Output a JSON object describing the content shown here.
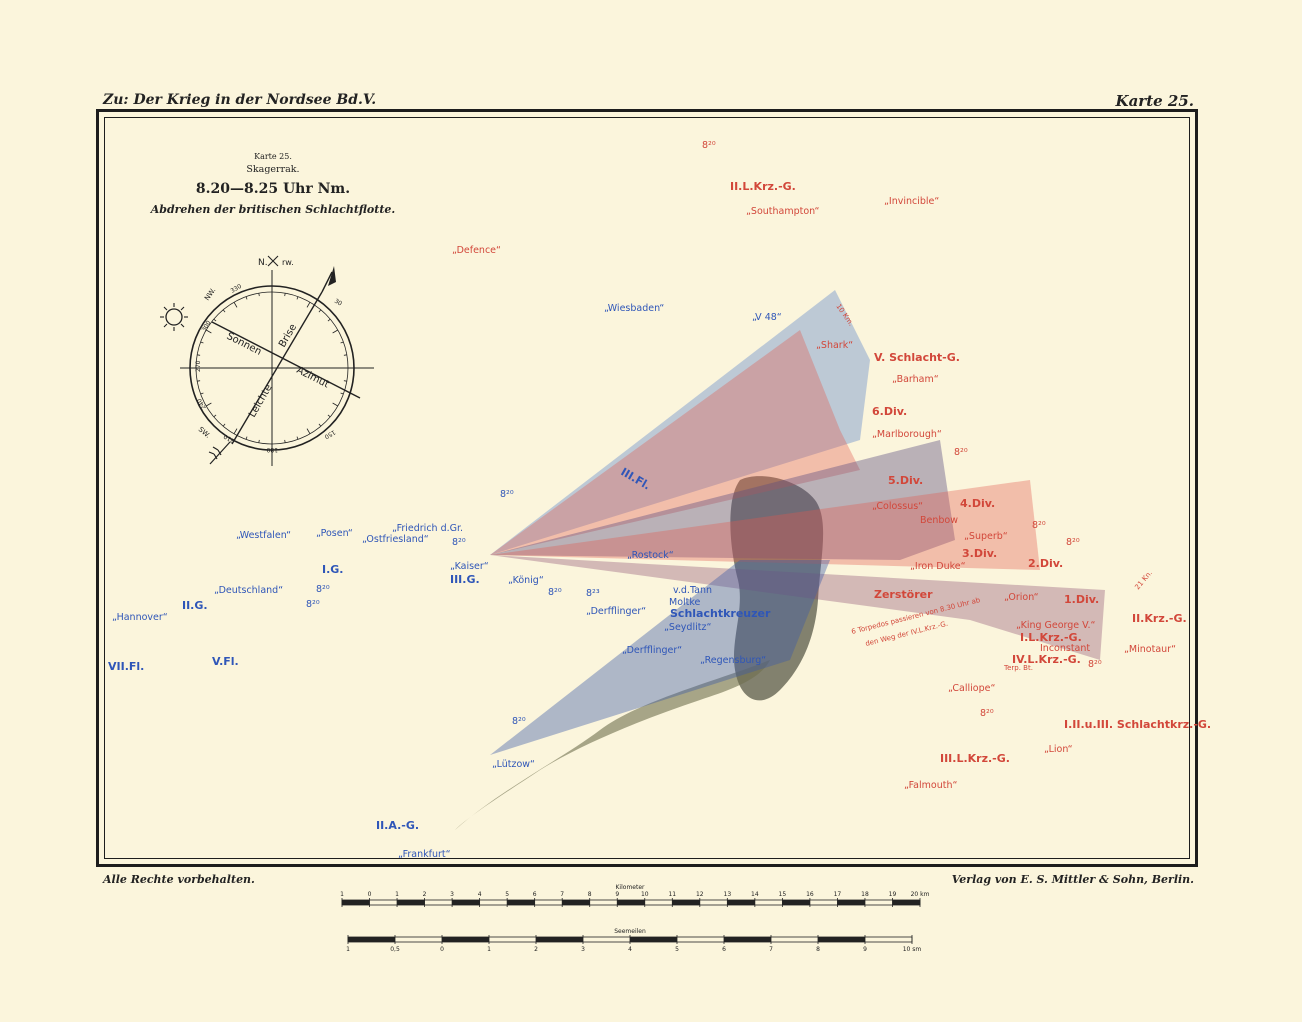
{
  "header": {
    "series_title": "Zu: Der Krieg in der Nordsee Bd.V.",
    "map_number": "Karte 25."
  },
  "footer": {
    "rights": "Alle Rechte vorbehalten.",
    "publisher": "Verlag von E. S. Mittler & Sohn, Berlin."
  },
  "title_block": {
    "line1": "Karte 25.",
    "line2": "Skagerrak.",
    "line3": "8.20—8.25 Uhr Nm.",
    "line4": "Abdrehen der britischen Schlachtflotte."
  },
  "compass": {
    "north_label": "N.",
    "rw_label": "rw.",
    "nw": "NW.",
    "sw": "SW.",
    "word_sonnen": "Sonnen",
    "word_azimut": "Azimut",
    "word_leichte": "Leichte",
    "word_brise": "Brise",
    "deg_330": "330",
    "deg_300": "300",
    "deg_270": "270",
    "deg_240": "240",
    "deg_210": "210",
    "deg_180": "180",
    "deg_30": "30",
    "deg_150": "150"
  },
  "colors": {
    "german": "#3a63c4",
    "british": "#e25a4c",
    "smoke": "#5a5a4a",
    "paper": "#fbf5dc"
  },
  "german_labels": {
    "wiesbaden": "„Wiesbaden“",
    "v48": "„V 48“",
    "westfalen": "„Westfalen“",
    "posen": "„Posen“",
    "ostfriesland": "„Ostfriesland“",
    "friedrich": "„Friedrich d.Gr.",
    "kaiser": "„Kaiser“",
    "koenig": "„König“",
    "rostock": "„Rostock“",
    "deutschland": "„Deutschland“",
    "hannover": "„Hannover“",
    "vdtann": "v.d.Tann",
    "moltke": "Moltke",
    "derfflinger1": "„Derfflinger“",
    "seydlitz": "„Seydlitz“",
    "derfflinger2": "„Derfflinger“",
    "regensburg": "„Regensburg“",
    "luetzow": "„Lützow“",
    "frankfurt": "„Frankfurt“"
  },
  "german_groups": {
    "ig": "I.G.",
    "iiig": "III.G.",
    "iig": "II.G.",
    "schlachtkreuzer": "Schlachtkreuzer",
    "iiiFl": "III.Fl.",
    "viiFl": "VII.Fl.",
    "vFl": "V.Fl.",
    "iiag": "II.A.-G."
  },
  "british_labels": {
    "defence": "„Defence“",
    "southampton": "„Southampton“",
    "invincible": "„Invincible“",
    "shark": "„Shark“",
    "barham": "„Barham“",
    "marlborough": "„Marlborough“",
    "colossus": "„Colossus“",
    "benbow": "Benbow",
    "superb": "„Superb“",
    "ironduke": "„Iron Duke“",
    "orion": "„Orion“",
    "kinggeorge": "„King George V.“",
    "inconstant": "Inconstant",
    "minotaur": "„Minotaur“",
    "calliope": "„Calliope“",
    "lion": "„Lion“",
    "falmouth": "„Falmouth“"
  },
  "british_groups": {
    "iilkrzg": "II.L.Krz.-G.",
    "vschlachtg": "V. Schlacht-G.",
    "sixdiv": "6.Div.",
    "fivediv": "5.Div.",
    "fourdiv": "4.Div.",
    "threediv": "3.Div.",
    "twodiv": "2.Div.",
    "onediv": "1.Div.",
    "ilkrzg": "I.L.Krz.-G.",
    "ivlkrzg": "IV.L.Krz.-G.",
    "iikrzg": "II.Krz.-G.",
    "schlachtkrzg": "I.II.u.III. Schlachtkrz.-G.",
    "iiilkrzg": "III.L.Krz.-G.",
    "zerstoerer": "Zerstörer"
  },
  "annotations": {
    "torpedo_line1": "6 Torpedos passieren von 8.30 Uhr ab",
    "torpedo_line2": "den Weg der IV.L.Krz.-G.",
    "terp": "Terp. Bt.",
    "sherb": "10 Km.",
    "speed": "21 Kn."
  },
  "times": {
    "t820": "8²⁰",
    "t823": "8²³"
  },
  "scales": {
    "km_title": "Kilometer",
    "km_ticks": [
      "1",
      "0",
      "1",
      "2",
      "3",
      "4",
      "5",
      "6",
      "7",
      "8",
      "9",
      "10",
      "11",
      "12",
      "13",
      "14",
      "15",
      "16",
      "17",
      "18",
      "19",
      "20 km"
    ],
    "sm_title": "Seemeilen",
    "sm_ticks": [
      "1",
      "0,5",
      "0",
      "1",
      "2",
      "3",
      "4",
      "5",
      "6",
      "7",
      "8",
      "9",
      "10 sm"
    ]
  }
}
